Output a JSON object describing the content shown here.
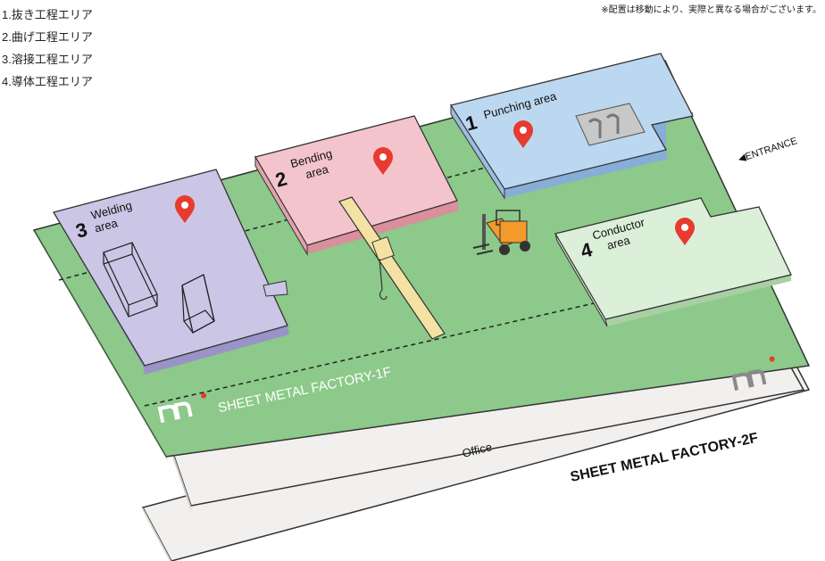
{
  "legend": [
    "1.抜き工程エリア",
    "2.曲げ工程エリア",
    "3.溶接工程エリア",
    "4.導体工程エリア"
  ],
  "note": "※配置は移動により、実際と異なる場合がございます。",
  "areas": [
    {
      "number": "1",
      "line1": "Punching area",
      "line2": ""
    },
    {
      "number": "2",
      "line1": "Bending",
      "line2": "area"
    },
    {
      "number": "3",
      "line1": "Welding",
      "line2": "area"
    },
    {
      "number": "4",
      "line1": "Conductor",
      "line2": "area"
    }
  ],
  "entrance_label": "◀ENTRANCE",
  "floor1_label": "SHEET METAL FACTORY-1F",
  "floor2_label": "SHEET METAL FACTORY-2F",
  "office_label": "Office",
  "colors": {
    "floor_green": "#8cc98a",
    "punching": "#bcd7f0",
    "bending": "#f4c4cc",
    "welding": "#cbc5e6",
    "conductor": "#dcefd9",
    "pin_red": "#e63b2e",
    "forklift_orange": "#f39a2b"
  },
  "icons": [
    "map-pin-icon",
    "forklift-icon",
    "crane-icon",
    "company-logo-icon"
  ]
}
